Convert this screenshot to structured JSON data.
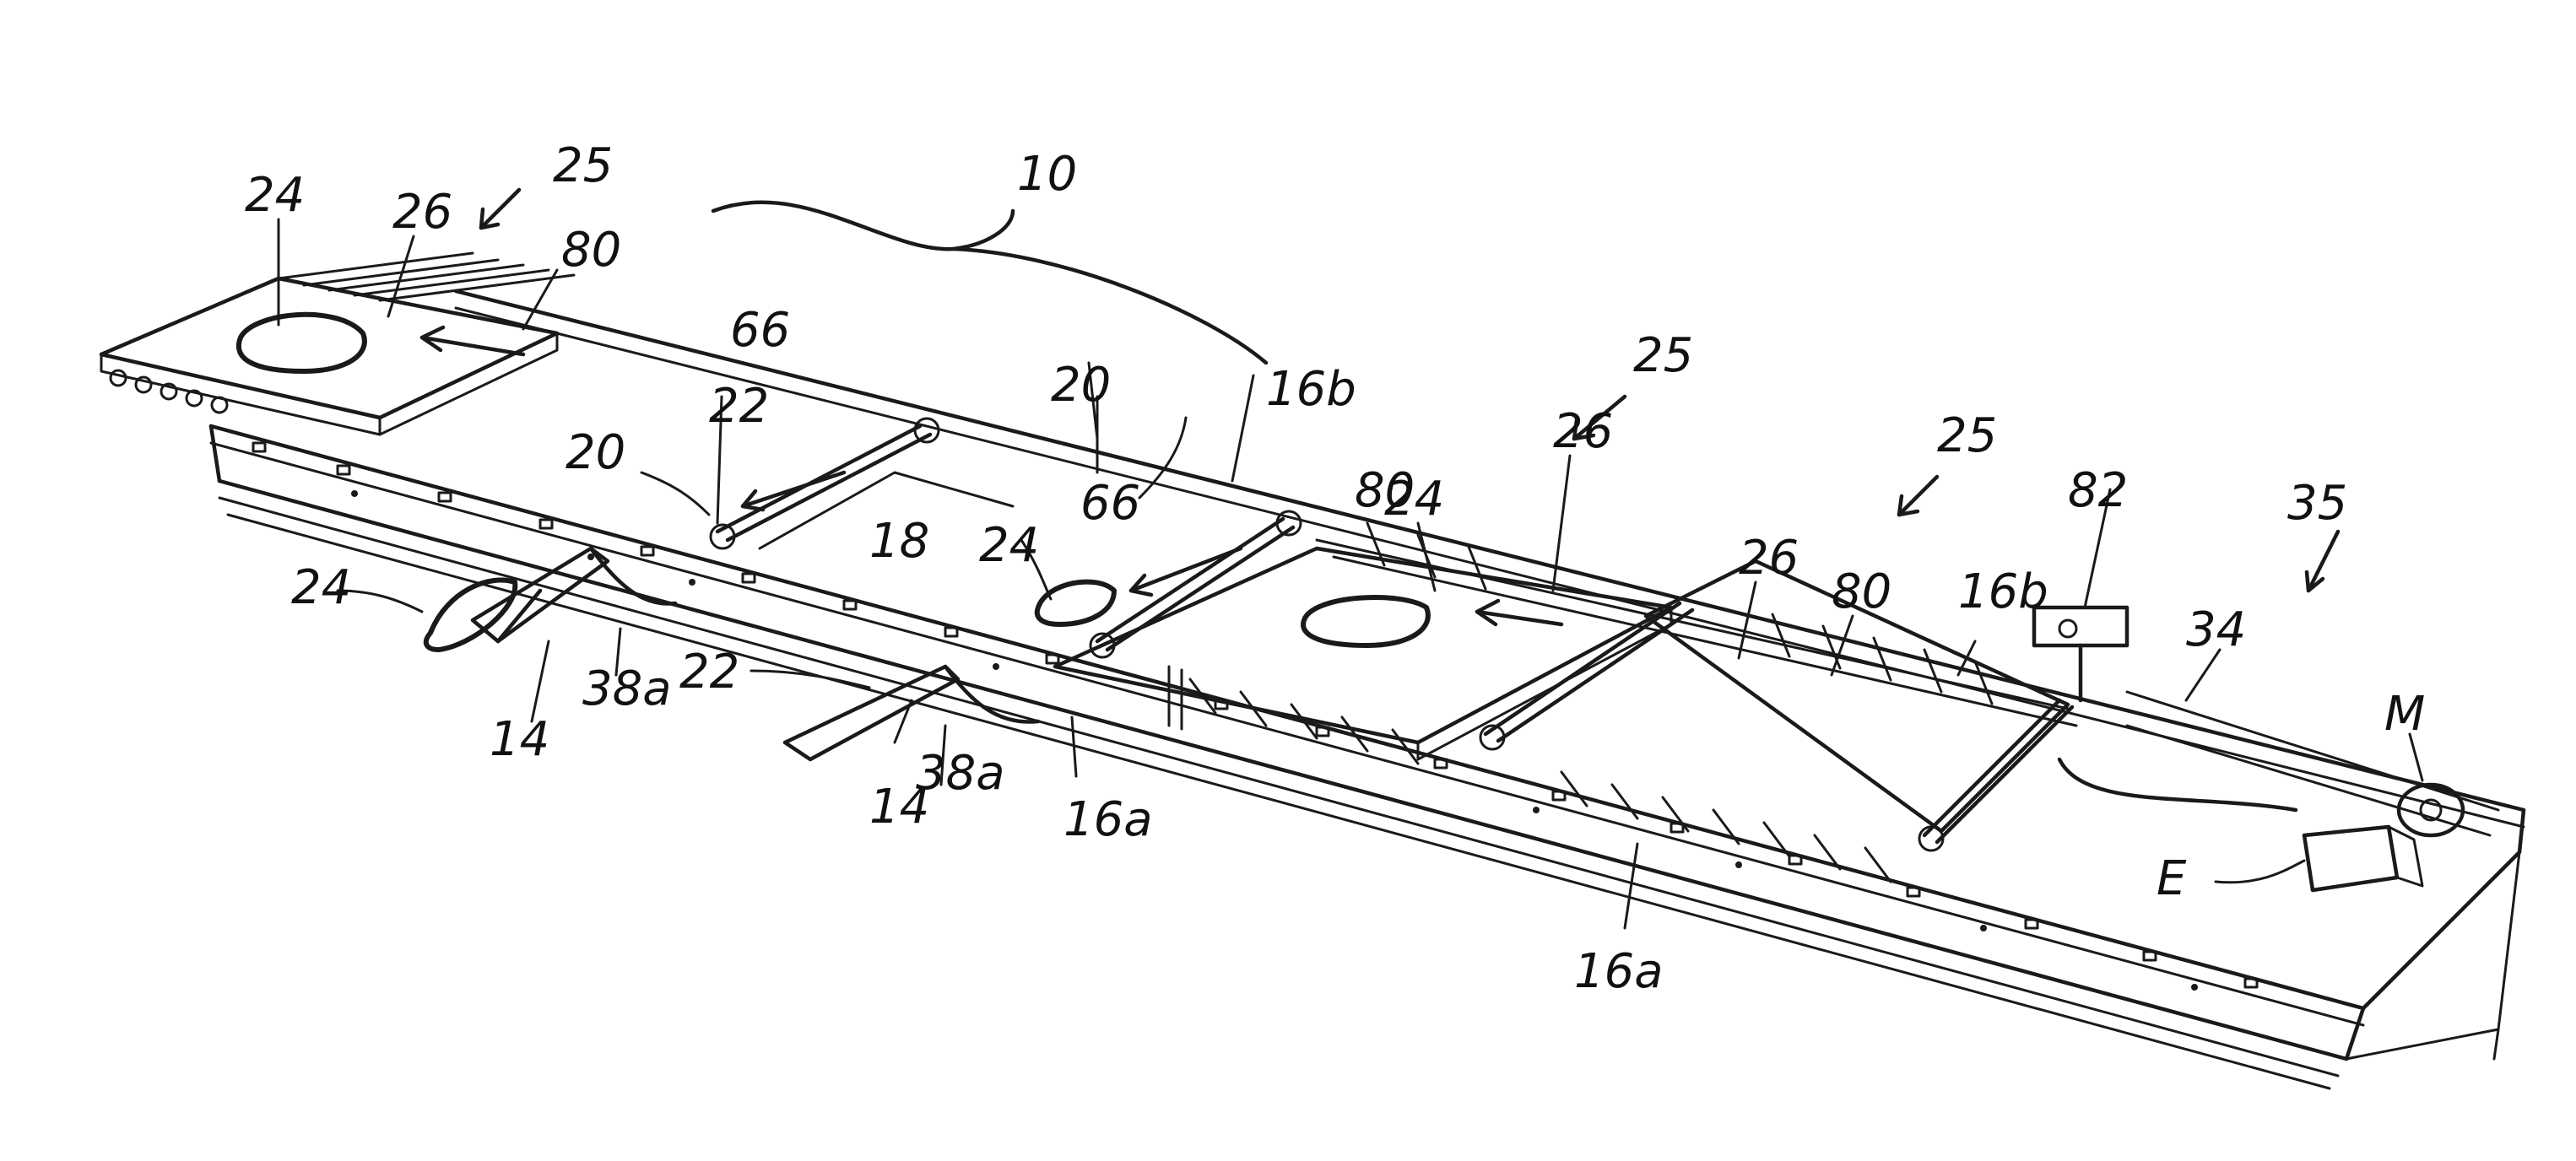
{
  "figure": {
    "labels": {
      "conveyor_assembly": "10",
      "zone_left": "25",
      "zone_mid": "25",
      "zone_right": "25",
      "article_left": "24",
      "article_mid_a": "24",
      "article_mid_b": "24",
      "article_bottom": "24",
      "flow_left": "26",
      "flow_mid": "26",
      "flow_right": "26",
      "belt_left": "80",
      "belt_mid": "80",
      "belt_right": "80",
      "bracket_a": "66",
      "bracket_b": "66",
      "rail_back_a": "16b",
      "rail_back_b": "16b",
      "rail_front_a": "16a",
      "rail_front_b": "16a",
      "roller_a": "20",
      "roller_b": "20",
      "shaft_a": "22",
      "shaft_b": "22",
      "frame_cross": "18",
      "support_a": "14",
      "support_b": "14",
      "leg_a": "38a",
      "leg_b": "38a",
      "sensor": "82",
      "drive_section": "35",
      "drive_belt": "34",
      "motor": "M",
      "electronics": "E"
    }
  }
}
